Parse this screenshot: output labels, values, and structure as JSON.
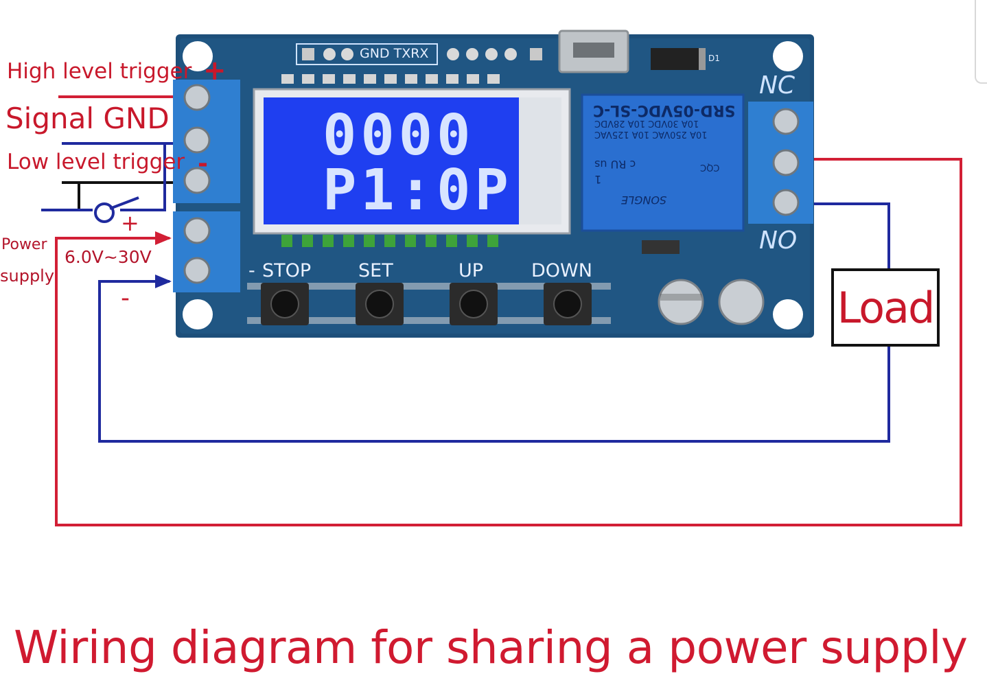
{
  "title": "Wiring diagram for sharing a power supply",
  "labels": {
    "high_level_trigger": "High level trigger",
    "plus_sign": "+",
    "signal_gnd": "Signal GND",
    "low_level_trigger": "Low level trigger",
    "minus_sign": "-",
    "switch_plus": "+",
    "power": "Power",
    "supply": "supply",
    "voltage_range": "6.0V~30V",
    "power_minus": "-",
    "load": "Load",
    "nc": "NC",
    "no": "NO"
  },
  "board": {
    "header_label": "GND TXRX",
    "diode_label": "D1",
    "lcd_line1": "0000",
    "lcd_line2": "P1:0P",
    "buttons": [
      "STOP",
      "SET",
      "UP",
      "DOWN"
    ],
    "button_prefix": "-",
    "relay_lines": [
      "SRD-05VDC-SL-C",
      "10A 250VAC 10A 125VAC",
      "10A 30VDC 10A 28VDC"
    ],
    "relay_brand": "SONGLE",
    "relay_pin": "1",
    "relay_ul": "c RU us",
    "relay_cqc": "CQC"
  },
  "colors": {
    "red_wire": "#d21f35",
    "blue_wire": "#1f2a9e",
    "board": "#1d4f7a",
    "terminal_blue": "#2f7fd1",
    "lcd_blue": "#1f3ff0"
  }
}
